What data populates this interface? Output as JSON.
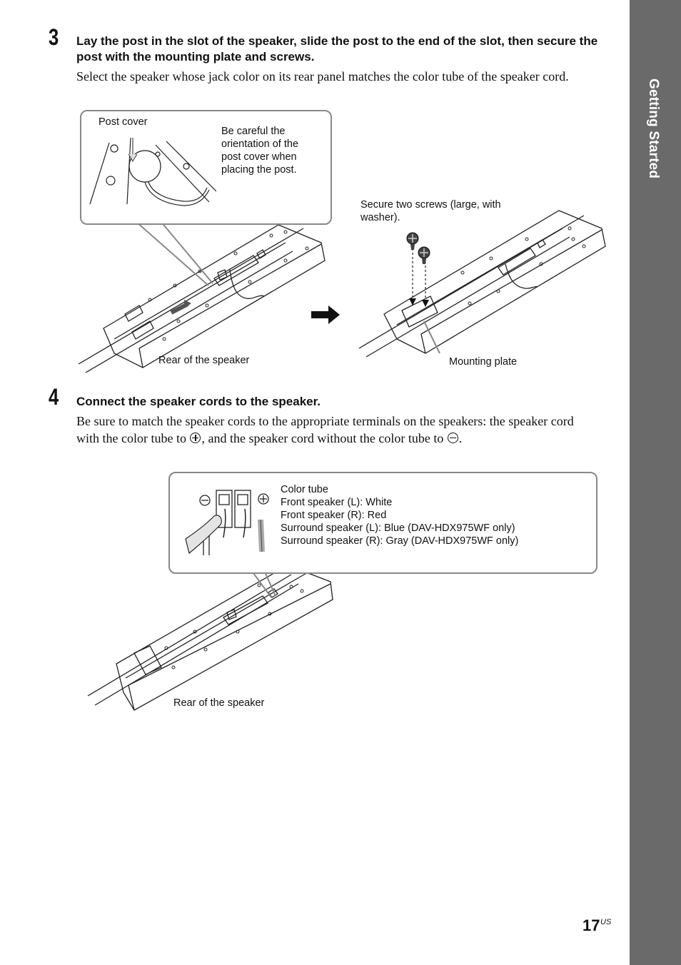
{
  "sidebar": {
    "section_label": "Getting Started",
    "color": "#6a6a6a"
  },
  "step3": {
    "number": "3",
    "title": "Lay the post in the slot of the speaker, slide the post to the end of the slot, then secure the post with the mounting plate and screws.",
    "body": "Select the speaker whose jack color on its rear panel matches the color tube of the speaker cord.",
    "figure": {
      "post_cover": "Post cover",
      "careful_note": [
        "Be careful the",
        "orientation of the",
        "post cover when",
        "placing the post."
      ],
      "rear_label": "Rear of the speaker",
      "screws_label": [
        "Secure two screws (large, with",
        "washer)."
      ],
      "plate_label": "Mounting plate"
    }
  },
  "step4": {
    "number": "4",
    "title": "Connect the speaker cords to the speaker.",
    "body_1": "Be sure to match the speaker cords to the appropriate terminals on the speakers: the speaker cord",
    "body_2a": "with the color tube to ",
    "body_2b": ", and the speaker cord without the color tube to ",
    "body_2c": ".",
    "figure": {
      "color_tube_lines": [
        "Color tube",
        "Front speaker (L): White",
        "Front speaker (R): Red",
        "Surround speaker (L): Blue (DAV-HDX975WF only)",
        "Surround speaker (R): Gray (DAV-HDX975WF only)"
      ],
      "rear_label": "Rear of the speaker"
    }
  },
  "page": {
    "number": "17",
    "suffix": "US"
  }
}
